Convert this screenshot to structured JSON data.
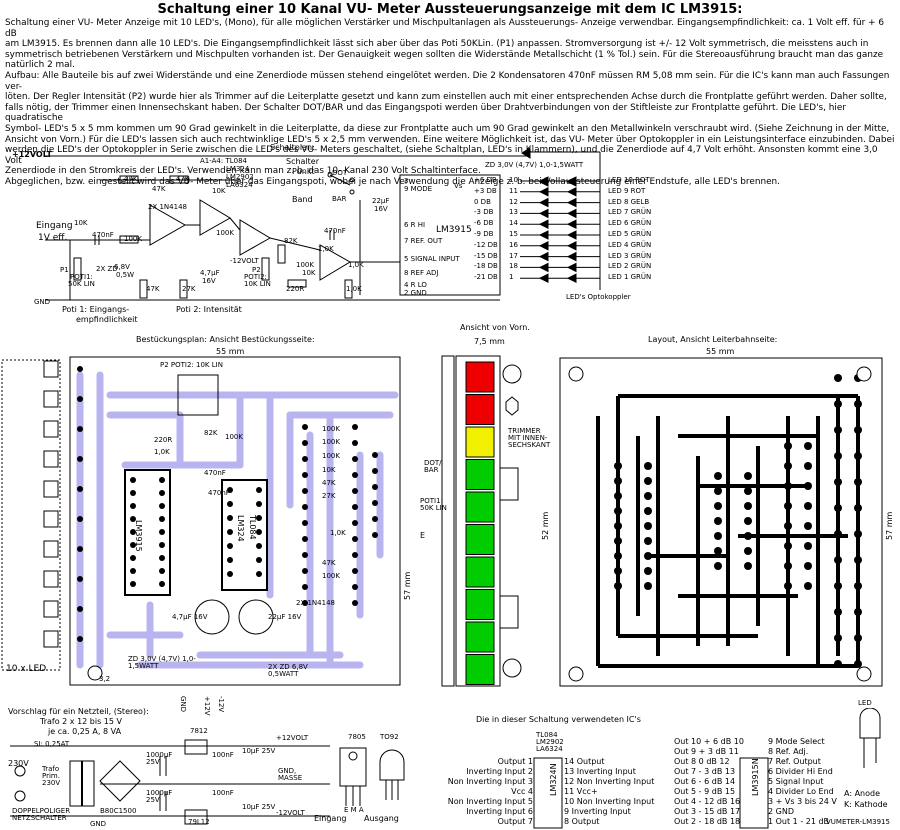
{
  "title": "Schaltung einer 10 Kanal VU- Meter Aussteuerungsanzeige mit dem IC LM3915:",
  "intro": "Schaltung einer VU- Meter Anzeige mit 10 LED's, (Mono), für alle möglichen Verstärker und Mischpultanlagen als Aussteuerungs- Anzeige verwendbar. Eingangsempfindlichkeit: ca. 1 Volt eff. für + 6 dB\nam LM3915. Es brennen dann alle 10 LED's. Die Eingangsempfindlichkeit lässt sich aber über das Poti 50KLin. (P1) anpassen. Stromversorgung ist +/- 12 Volt symmetrisch, die meisstens auch in\nsymmetrisch betriebenen Verstärkern und Mischpulten vorhanden ist. Der Genauigkeit wegen sollten die Widerstände Metallschicht (1 % Tol.) sein. Für die Stereoausführung braucht man das ganze\nnatürlich 2 mal.\nAufbau: Alle Bauteile bis auf zwei Widerstände und eine Zenerdiode müssen stehend eingelötet werden. Die 2 Kondensatoren 470nF müssen RM 5,08 mm sein. Für die IC's kann man auch Fassungen ver-\nlöten. Der Regler Intensität (P2) wurde hier als Trimmer auf die Leiterplatte gesetzt und kann zum einstellen auch mit einer entsprechenden Achse durch die Frontplatte geführt werden. Daher sollte,\nfalls nötig, der Trimmer einen Innensechskant haben. Der Schalter DOT/BAR und das Eingangspoti werden über Drahtverbindungen von der Stiftleiste zur Frontplatte geführt. Die LED's, hier quadratische\nSymbol- LED's 5 x 5 mm kommen um 90 Grad gewinkelt in die Leiterplatte, da diese zur Frontplatte auch um 90 Grad gewinkelt an den Metallwinkeln verschraubt wird. (Siehe Zeichnung in der Mitte,\nAnsicht von Vorn.) Für die LED's lassen sich auch rechtwinklige LED's 5 x 2,5 mm verwenden. Eine weitere Möglichkeit ist, das VU- Meter über Optokoppler in ein Leistungsinterface einzubinden. Dabei\nwerden die LED's der Optokoppler in Serie zwischen die LED's des VU- Meters geschaltet, (siehe Schaltplan, LED's in Klammern), und die Zenerdiode auf 4,7 Volt erhöht. Ansonsten kommt eine 3,0 Volt\nZenerdiode in den Stromkreis der LED's. Verwenden kann man z. b. das 10- Kanal 230 Volt Schaltinterface.\nAbgeglichen, bzw. eingestellt wird das VU- Meter über das Eingangspoti, wobei je nach Verwendung die Anzeige z. b. bei Vollaussteuerung einer Endstufe, alle LED's brennen.",
  "schematic": {
    "header": "Schaltplan:",
    "supply_plus": "+12VOLT",
    "gnd": "GND",
    "ic_list_a": "A1-A4: TL084",
    "ic_list_b": "LM324",
    "ic_list_c": "LM2902",
    "ic_list_d": "LA6324",
    "switch_title1": "Schalter",
    "switch_title2": "Punkt",
    "dot": "DOT",
    "bar": "BAR",
    "band": "Band",
    "input1": "Eingang",
    "input2": "1V eff.",
    "p1a": "P1",
    "p1b": "POTI1:",
    "p1c": "50K LIN",
    "p2a": "P2",
    "p2b": "POTI2:",
    "p2c": "10K LIN",
    "minus12": "-12VOLT",
    "poti1_label": "Poti 1: Eingangs-",
    "poti1_label2": "empfindlichkeit",
    "poti2_label": "Poti 2: Intensität",
    "zd_label": "ZD 3,0V (4,7V) 1,0-1,5WATT",
    "ic_name": "LM3915",
    "ic_pins_left": [
      "3",
      "9 MODE",
      "6 R HI",
      "7 REF. OUT",
      "5 SIGNAL INPUT",
      "8 REF ADJ",
      "4 R LO",
      "2 GND"
    ],
    "vplus": "Vs",
    "led_pins": [
      {
        "db": "+6 DB",
        "pin": "10",
        "led": "LED 10 ROT"
      },
      {
        "db": "+3 DB",
        "pin": "11",
        "led": "LED 9 ROT"
      },
      {
        "db": "0 DB",
        "pin": "12",
        "led": "LED 8 GELB"
      },
      {
        "db": "-3 DB",
        "pin": "13",
        "led": "LED 7 GRÜN"
      },
      {
        "db": "-6 DB",
        "pin": "14",
        "led": "LED 6 GRÜN"
      },
      {
        "db": "-9 DB",
        "pin": "15",
        "led": "LED 5 GRÜN"
      },
      {
        "db": "-12 DB",
        "pin": "16",
        "led": "LED 4 GRÜN"
      },
      {
        "db": "-15 DB",
        "pin": "17",
        "led": "LED 3 GRÜN"
      },
      {
        "db": "-18 DB",
        "pin": "18",
        "led": "LED 2 GRÜN"
      },
      {
        "db": "-21 DB",
        "pin": "1",
        "led": "LED 1 GRÜN"
      }
    ],
    "opto_label": "LED's Optokoppler",
    "parts": [
      "47K",
      "47K",
      "47K",
      "10K",
      "470nF",
      "100K",
      "2X 1N4148",
      "10K",
      "2X ZD",
      "6,8V",
      "0,5W",
      "47K",
      "27K",
      "4,7µF",
      "16V",
      "100K",
      "82K",
      "470nF",
      "22µF",
      "16V",
      "220R",
      "1,0K",
      "1,0K",
      "1,0K",
      "100K",
      "10K"
    ]
  },
  "assembly": {
    "title": "Bestückungsplan: Ansicht Bestückungsseite:",
    "width": "55 mm",
    "height": "57 mm",
    "leds": "10 x LED",
    "poti2": "P2 POTI2: 10K LIN",
    "ic1": "LM3915",
    "ic2": "LM324",
    "ic3": "TL084",
    "dotbar": "DOT/ BAR",
    "poti1": "POTI1: 50K LIN",
    "e": "E",
    "zd": "ZD 3,0V (4,7V) 1,0-1,5WATT",
    "zd2": "2X ZD 6,8V 0,5WATT",
    "hole": "3,2",
    "gnd": "GND",
    "plus12": "+12V",
    "minus12": "-12V",
    "parts": [
      "100K",
      "100K",
      "100K",
      "10K",
      "47K",
      "27K",
      "47K",
      "100K",
      "1,0K",
      "100K",
      "220R",
      "1,0K",
      "82K",
      "470nF",
      "470nF",
      "4,7µF 16V",
      "22µF 16V",
      "2X 1N4148"
    ]
  },
  "front": {
    "title": "Ansicht von Vorn.",
    "width": "7,5 mm",
    "trimmer": "TRIMMER MIT INNEN- SECHSKANT",
    "leds": [
      "red",
      "red",
      "yellow",
      "green",
      "green",
      "green",
      "green",
      "green",
      "green",
      "green"
    ]
  },
  "layout": {
    "title": "Layout, Ansicht Leiterbahnseite:",
    "width": "55 mm",
    "height1": "52 mm",
    "height2": "57 mm",
    "credit": "VUMETER-LM3915"
  },
  "psu": {
    "title": "Vorschlag für ein Netzteil, (Stereo):",
    "trafo1": "Trafo 2 x 12 bis 15 V",
    "trafo2": "je ca. 0,25 A, 8 VA",
    "fuse": "SI: 0,25AT",
    "mains": "230V",
    "trafo_label": "Trafo Prim. 230V",
    "bridge": "B80C1500",
    "switch": "DOPPELPOLIGER NETZSCHALTER",
    "reg1": "7812",
    "reg2": "79L12",
    "out_plus": "+12VOLT",
    "out_gnd": "GND, MASSE",
    "out_minus": "-12VOLT",
    "gnd": "GND",
    "caps": [
      "1000µF 25V",
      "1000µF 25V",
      "100nF",
      "100nF",
      "10µF 25V",
      "10µF 25V"
    ],
    "pkg1": "7805",
    "pkg2": "TO92",
    "pkg_pins": "E M A",
    "pkg_in": "Eingang",
    "pkg_out": "Ausgang"
  },
  "ics": {
    "title": "Die in dieser Schaltung verwendeten IC's",
    "chip1_names": "TL084 LM2902 LA6324",
    "chip1": "LM324N",
    "chip1_left": [
      "Output 1",
      "Inverting Input 2",
      "Non Inverting Input 3",
      "Vcc 4",
      "Non Inverting Input 5",
      "Inverting Input 6",
      "Output 7"
    ],
    "chip1_right": [
      "14 Output",
      "13 Inverting Input",
      "12 Non Inverting Input",
      "11 Vcc+",
      "10 Non Inverting Input",
      "9 Inverting Input",
      "8 Output"
    ],
    "chip2": "LM3915N",
    "chip2_left": [
      "Out 10 + 6 dB 10",
      "Out 9 + 3 dB 11",
      "Out 8 0 dB 12",
      "Out 7 - 3 dB 13",
      "Out 6 - 6 dB 14",
      "Out 5 - 9 dB 15",
      "Out 4 - 12 dB 16",
      "Out 3 - 15 dB 17",
      "Out 2 - 18 dB 18"
    ],
    "chip2_right": [
      "9 Mode Select",
      "8 Ref. Adj.",
      "7 Ref. Output",
      "6 Divider Hi End",
      "5 Signal Input",
      "4 Divider Lo End",
      "3 + Vs 3 bis 24 V",
      "2 GND",
      "1 Out 1 - 21 dB"
    ],
    "led": "LED",
    "anode": "A: Anode",
    "kathode": "K: Kathode"
  }
}
